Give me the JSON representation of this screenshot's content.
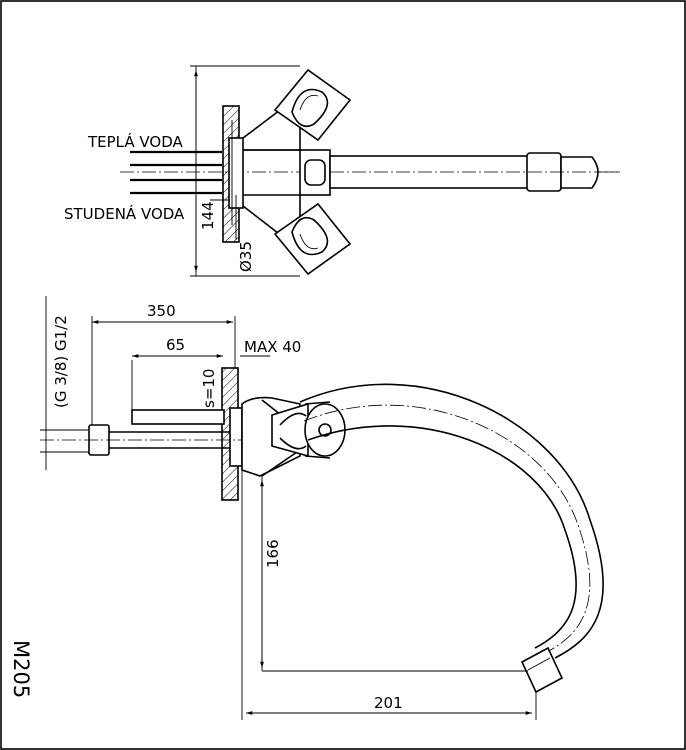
{
  "model": "M205",
  "labels": {
    "hot_water": "TEPLÁ VODA",
    "cold_water": "STUDENÁ VODA"
  },
  "dimensions": {
    "top_depth": "144",
    "top_diameter": "Ø35",
    "overall_length": "350",
    "shank_length": "65",
    "wall_max": "MAX 40",
    "wall_thickness": "s=10",
    "connection_thread": "(G 3/8) G1/2",
    "spout_height": "166",
    "spout_reach": "201"
  }
}
